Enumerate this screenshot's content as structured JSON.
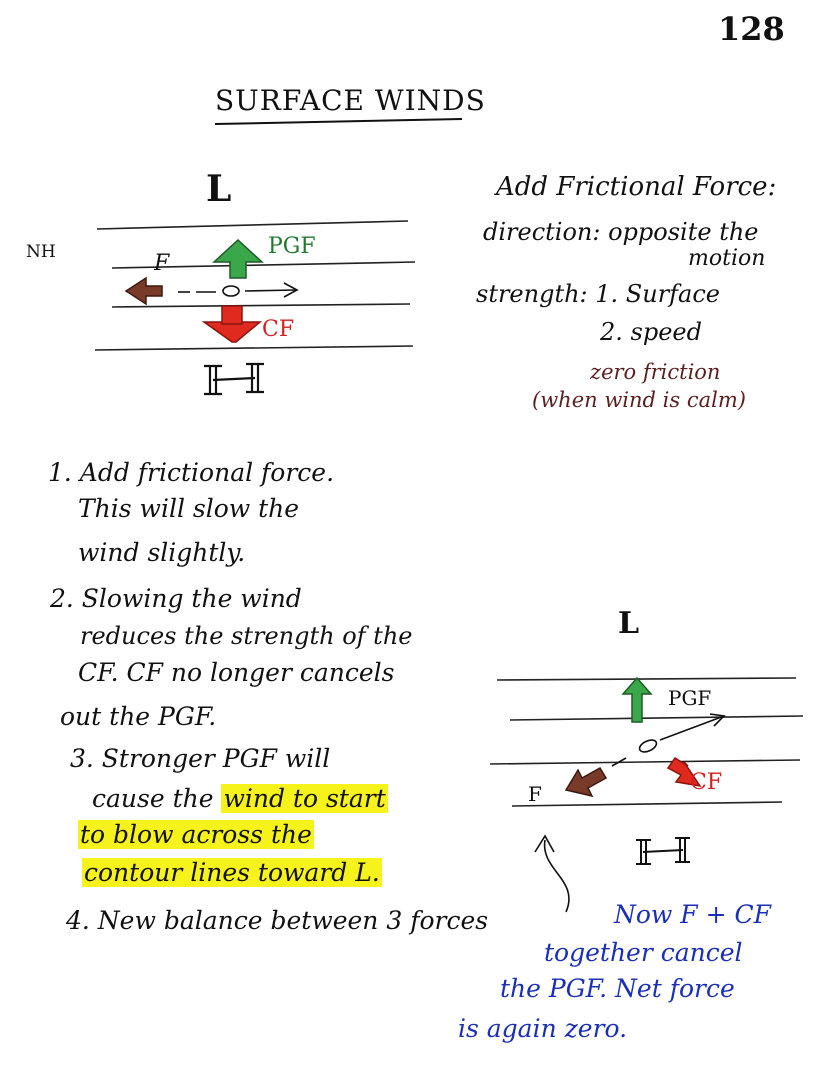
{
  "page_number": "128",
  "title": "SURFACE WINDS",
  "hemisphere_label": "NH",
  "top_diagram": {
    "low_label": "L",
    "high_label": "H",
    "pgf_label": "PGF",
    "cf_label": "CF",
    "f_label": "F"
  },
  "right_notes": {
    "heading": "Add Frictional Force:",
    "direction_line1": "direction: opposite the",
    "direction_line2": "motion",
    "strength_line": "strength: 1. Surface",
    "speed_line": "2. speed",
    "zero_line": "zero friction",
    "calm_line": "(when wind is calm)"
  },
  "steps": {
    "s1_l1": "1. Add frictional force.",
    "s1_l2": "This will slow the",
    "s1_l3": "wind slightly.",
    "s2_l1": "2. Slowing the wind",
    "s2_l2": "reduces the strength of the",
    "s2_l3": "CF. CF no longer cancels",
    "s2_l4": "out the PGF.",
    "s3_l1": "3. Stronger PGF will",
    "s3_l2a": "cause the",
    "s3_l2b": "wind to start",
    "s3_l3": "to blow across the",
    "s3_l4": "contour lines toward L.",
    "s4_l1": "4. New balance between 3 forces"
  },
  "bottom_diagram": {
    "low_label": "L",
    "high_label": "H",
    "pgf_label": "PGF",
    "cf_label": "CF",
    "f_label": "F"
  },
  "blue_note": {
    "l1": "Now F + CF",
    "l2": "together cancel",
    "l3": "the PGF. Net force",
    "l4": "is again zero."
  },
  "colors": {
    "pgf_arrow": "#3aa84a",
    "cf_arrow": "#e02a1f",
    "f_arrow": "#7a3a2a",
    "highlight": "#f5f21c",
    "note_blue": "#1a2fb8"
  }
}
